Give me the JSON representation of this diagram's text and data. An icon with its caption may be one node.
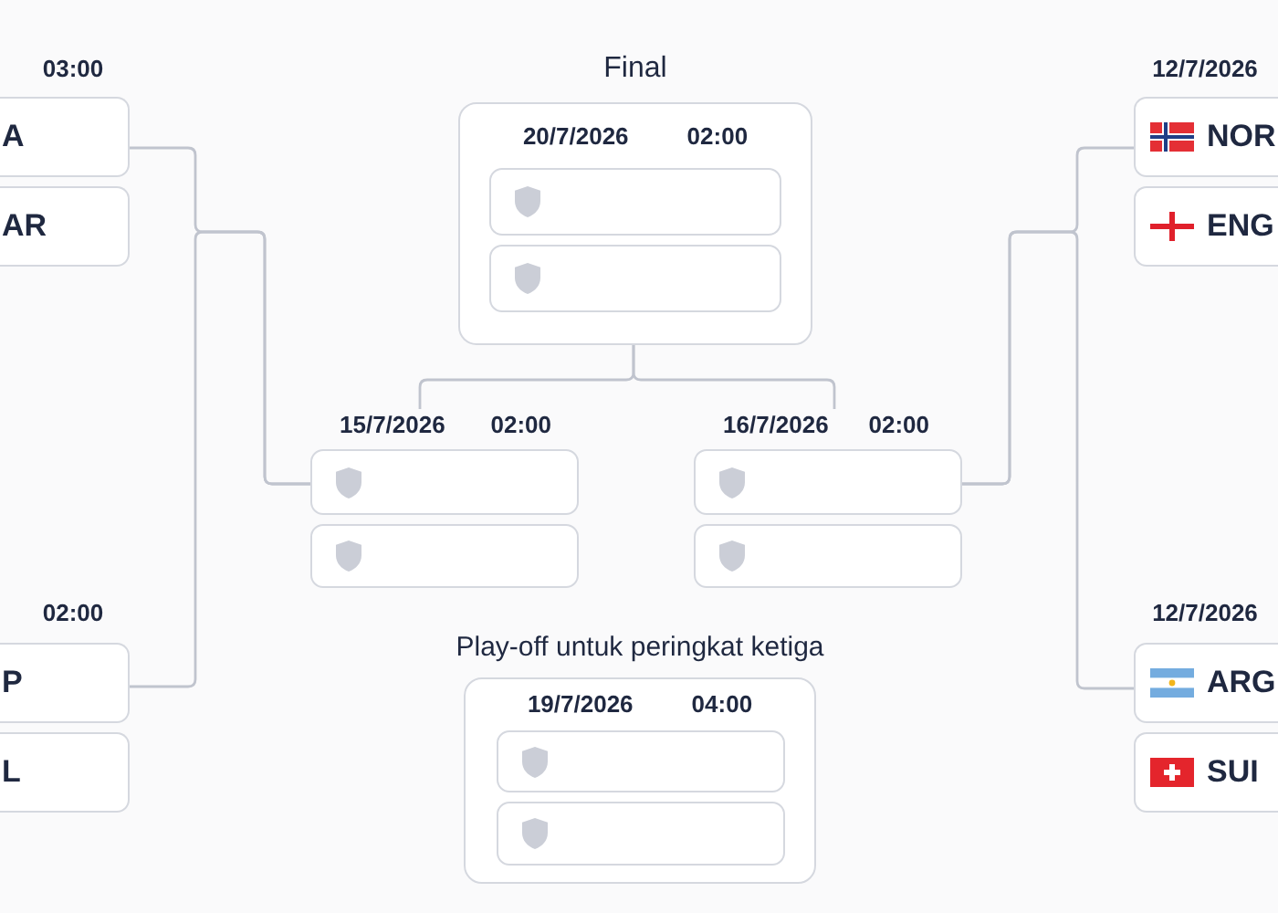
{
  "diagram": {
    "nodes": [
      {
        "text": [
          "A"
        ],
        "beside": [
          "03:00"
        ]
      },
      {
        "text": [
          "AR"
        ]
      },
      {
        "text": [
          "P"
        ],
        "beside": [
          "02:00"
        ]
      },
      {
        "text": [
          "L"
        ]
      },
      {
        "text": [
          "Final",
          "20/7/2026",
          "02:00"
        ]
      },
      {
        "text": [],
        "shape": "box",
        "in": 4
      },
      {
        "text": [],
        "shape": "box",
        "in": 4
      },
      {
        "text": [
          "15/7/2026",
          "02:00"
        ]
      },
      {
        "text": [],
        "shape": "box"
      },
      {
        "text": [],
        "shape": "box"
      },
      {
        "text": [
          "16/7/2026",
          "02:00"
        ]
      },
      {
        "text": [],
        "shape": "box"
      },
      {
        "text": [],
        "shape": "box"
      },
      {
        "text": [
          "Play-off untuk peringkat ketiga",
          "19/7/2026",
          "04:00"
        ]
      },
      {
        "text": [],
        "shape": "box",
        "in": 13
      },
      {
        "text": [],
        "shape": "box",
        "in": 13
      },
      {
        "text": [
          "NOR"
        ],
        "beside": [
          "12/7/2026"
        ]
      },
      {
        "text": [
          "ENG"
        ]
      },
      {
        "text": [
          "ARG"
        ],
        "beside": [
          "12/7/2026"
        ]
      },
      {
        "text": [
          "SUI"
        ]
      }
    ],
    "edges": [
      {
        "from": 0,
        "to": 8,
        "arrow": "none"
      },
      {
        "from": 2,
        "to": 8,
        "arrow": "none"
      },
      {
        "from": 16,
        "to": 11,
        "arrow": "none"
      },
      {
        "from": 18,
        "to": 11,
        "arrow": "none"
      },
      {
        "from": 7,
        "to": 4,
        "arrow": "none"
      },
      {
        "from": 10,
        "to": 4,
        "arrow": "none"
      }
    ]
  }
}
